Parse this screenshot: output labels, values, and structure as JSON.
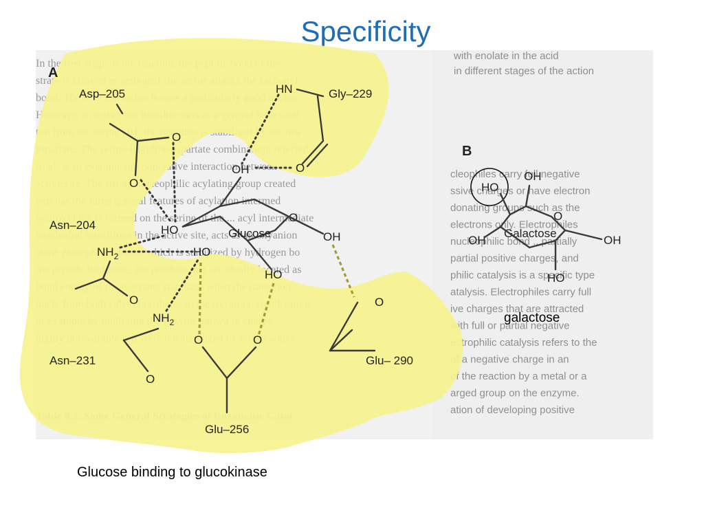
{
  "slide": {
    "title": "Specificity",
    "caption_left": "Glucose binding to glucokinase",
    "caption_right": "galactose"
  },
  "panel_a": {
    "panel_label": "A",
    "residues": {
      "asp205": "Asp–205",
      "gly229": "Gly–229",
      "asn204": "Asn–204",
      "asn231": "Asn–231",
      "glu290": "Glu– 290",
      "glu256": "Glu–256"
    },
    "ring_label": "Glucose",
    "atoms": {
      "hn": "HN",
      "oh": "OH",
      "ho": "HO",
      "nh2": "NH",
      "sub2": "2",
      "o": "O"
    }
  },
  "panel_b": {
    "panel_label": "B",
    "ring_label": "Galactose",
    "atoms": {
      "oh": "OH",
      "ho": "HO",
      "o": "O"
    }
  },
  "background_text": {
    "left_lines": [
      "In the first stage of the reaction, the peptide bond of the",
      "strate is cleaved as activated site serine attacks the carbonyl",
      "bond. The O of the serine is now a particularly good nucleo",
      "However, an active site histidine acts as a general base catal",
      "ton from the serine OH; the histidine is stabilized by the nea",
      "aspartate. The serine-histidine-aspartate combination, referred",
      "triad, is an example of cooperative interaction between res",
      "active site. The strong nucleophilic acylating group created",
      "tem has the same general features of acylation intermed",
      "hydroxyl ion is formed on the serine of the ... acyl intermediate",
      "tetrahedral transitions in the active site, acts as an oxyanion",
      "stone example is formed which is stabilized by hydrogen bo",
      "the peptide backbone, the residues that are ideally located as",
      "bond energy of the reactants stabilizes when the transition",
      "made from both sides contributes to the oxyanion stabilization",
      "of example by inhibiting the enzyme shown in charge",
      "highly unfavorable if it were not stabilized by bonds with i"
    ],
    "left_heading": "Table 8.2.  Some General Strategies of Enzymatic Catal",
    "right_top_lines": [
      "with enolate in the acid",
      "in different stages of the action"
    ],
    "right_lines": [
      "cleophiles carry full negative",
      "ssive charges or have electron",
      "donating groups such as the",
      "electrons only. Electrophiles",
      "nucleophilic bond ...partially",
      "partial positive charges, and",
      "philic catalysis is a specific type",
      "atalysis. Electrophiles carry full",
      "ive charges that are attracted",
      "with full or partial negative",
      "ectrophilic catalysis refers to the",
      "of a negative charge in an",
      "of the reaction by a metal or a",
      "arged group on the enzyme.",
      "ation of developing positive"
    ]
  },
  "colors": {
    "title": "#1f6db8",
    "highlight": "#f6f28f",
    "page_bg": "#f1f1f1"
  }
}
